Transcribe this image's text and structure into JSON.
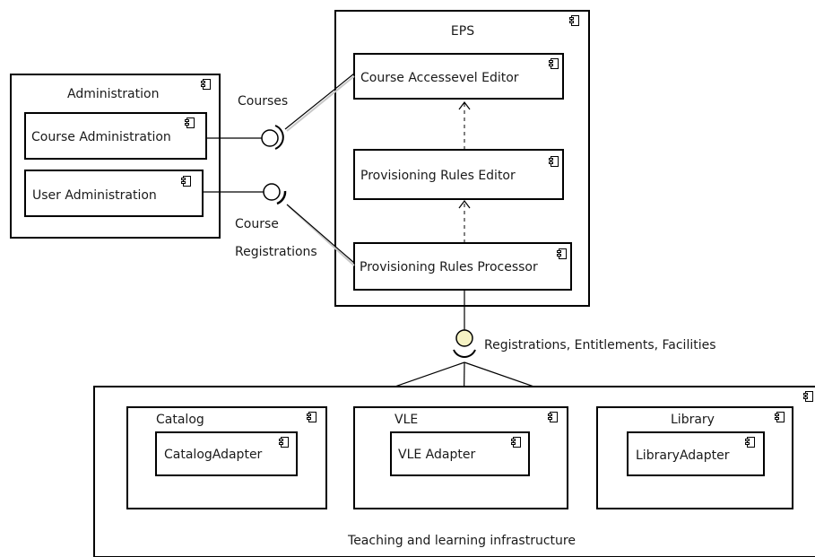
{
  "components": {
    "eps": {
      "label": "EPS"
    },
    "course_editor": {
      "label": "Course Accessevel Editor"
    },
    "rules_editor": {
      "label": "Provisioning Rules Editor"
    },
    "rules_processor": {
      "label": "Provisioning Rules Processor"
    },
    "administration": {
      "label": "Administration"
    },
    "course_admin": {
      "label": "Course Administration"
    },
    "user_admin": {
      "label": "User Administration"
    },
    "infrastructure": {
      "label": "Teaching and learning infrastructure"
    },
    "catalog": {
      "label": "Catalog"
    },
    "catalog_adapter": {
      "label": "CatalogAdapter"
    },
    "vle": {
      "label": "VLE"
    },
    "vle_adapter": {
      "label": "VLE Adapter"
    },
    "library": {
      "label": "Library"
    },
    "library_adapter": {
      "label": "LibraryAdapter"
    }
  },
  "interfaces": {
    "courses": {
      "label": "Courses"
    },
    "course_registrations": {
      "line1": "Course",
      "line2": "Registrations"
    },
    "registrations": {
      "label": "Registrations, Entitlements, Facilities",
      "color": "#f6f3c4"
    }
  },
  "icon": "component-icon"
}
